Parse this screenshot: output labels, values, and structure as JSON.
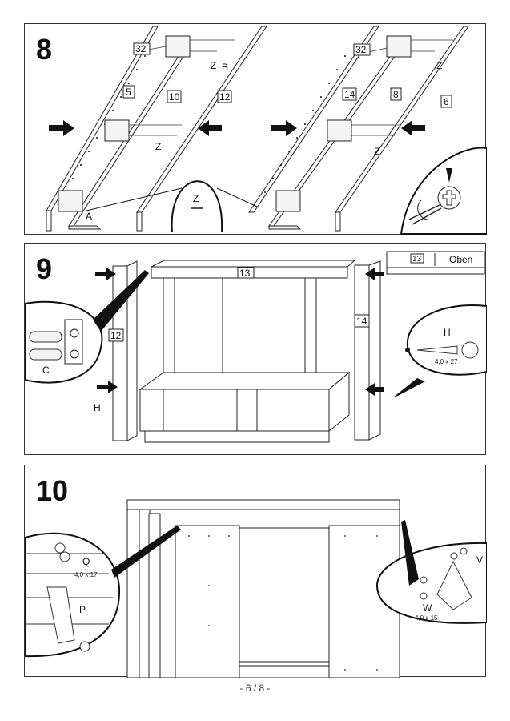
{
  "page": {
    "footer": "- 6 / 8 -"
  },
  "steps": [
    {
      "number": "8",
      "left_group": {
        "part_labels": [
          "32",
          "5",
          "10",
          "12"
        ],
        "hardware_labels": [
          "Z",
          "B",
          "Z",
          "A"
        ],
        "detail_callout": "Z"
      },
      "right_group": {
        "part_labels": [
          "32",
          "14",
          "8",
          "6"
        ],
        "hardware_labels": [
          "Z",
          "Z"
        ]
      },
      "detail": "screwdriver-cam-lock-icon"
    },
    {
      "number": "9",
      "part_labels": [
        "12",
        "13",
        "14"
      ],
      "orientation_legend": {
        "part": "13",
        "text": "Oben"
      },
      "dowel_detail": {
        "label": "C"
      },
      "screw_detail": {
        "label": "H",
        "size": "4,0 x 27"
      },
      "side_label": "H"
    },
    {
      "number": "10",
      "bracket_detail": {
        "screw_label": "Q",
        "screw_size": "4,0 x 17",
        "bracket_label": "P"
      },
      "corner_detail": {
        "bracket_label": "V",
        "screw_label": "W",
        "screw_size": "4,0 x 15"
      }
    }
  ]
}
